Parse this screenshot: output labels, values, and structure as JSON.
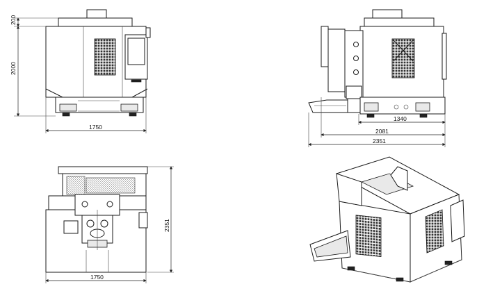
{
  "dimensions": {
    "front_height_top": "200",
    "front_height_main": "2000",
    "front_width": "1750",
    "side_depth_inner": "1340",
    "side_depth_mid": "2081",
    "side_depth_total": "2351",
    "top_depth": "2351",
    "top_width": "1750"
  }
}
